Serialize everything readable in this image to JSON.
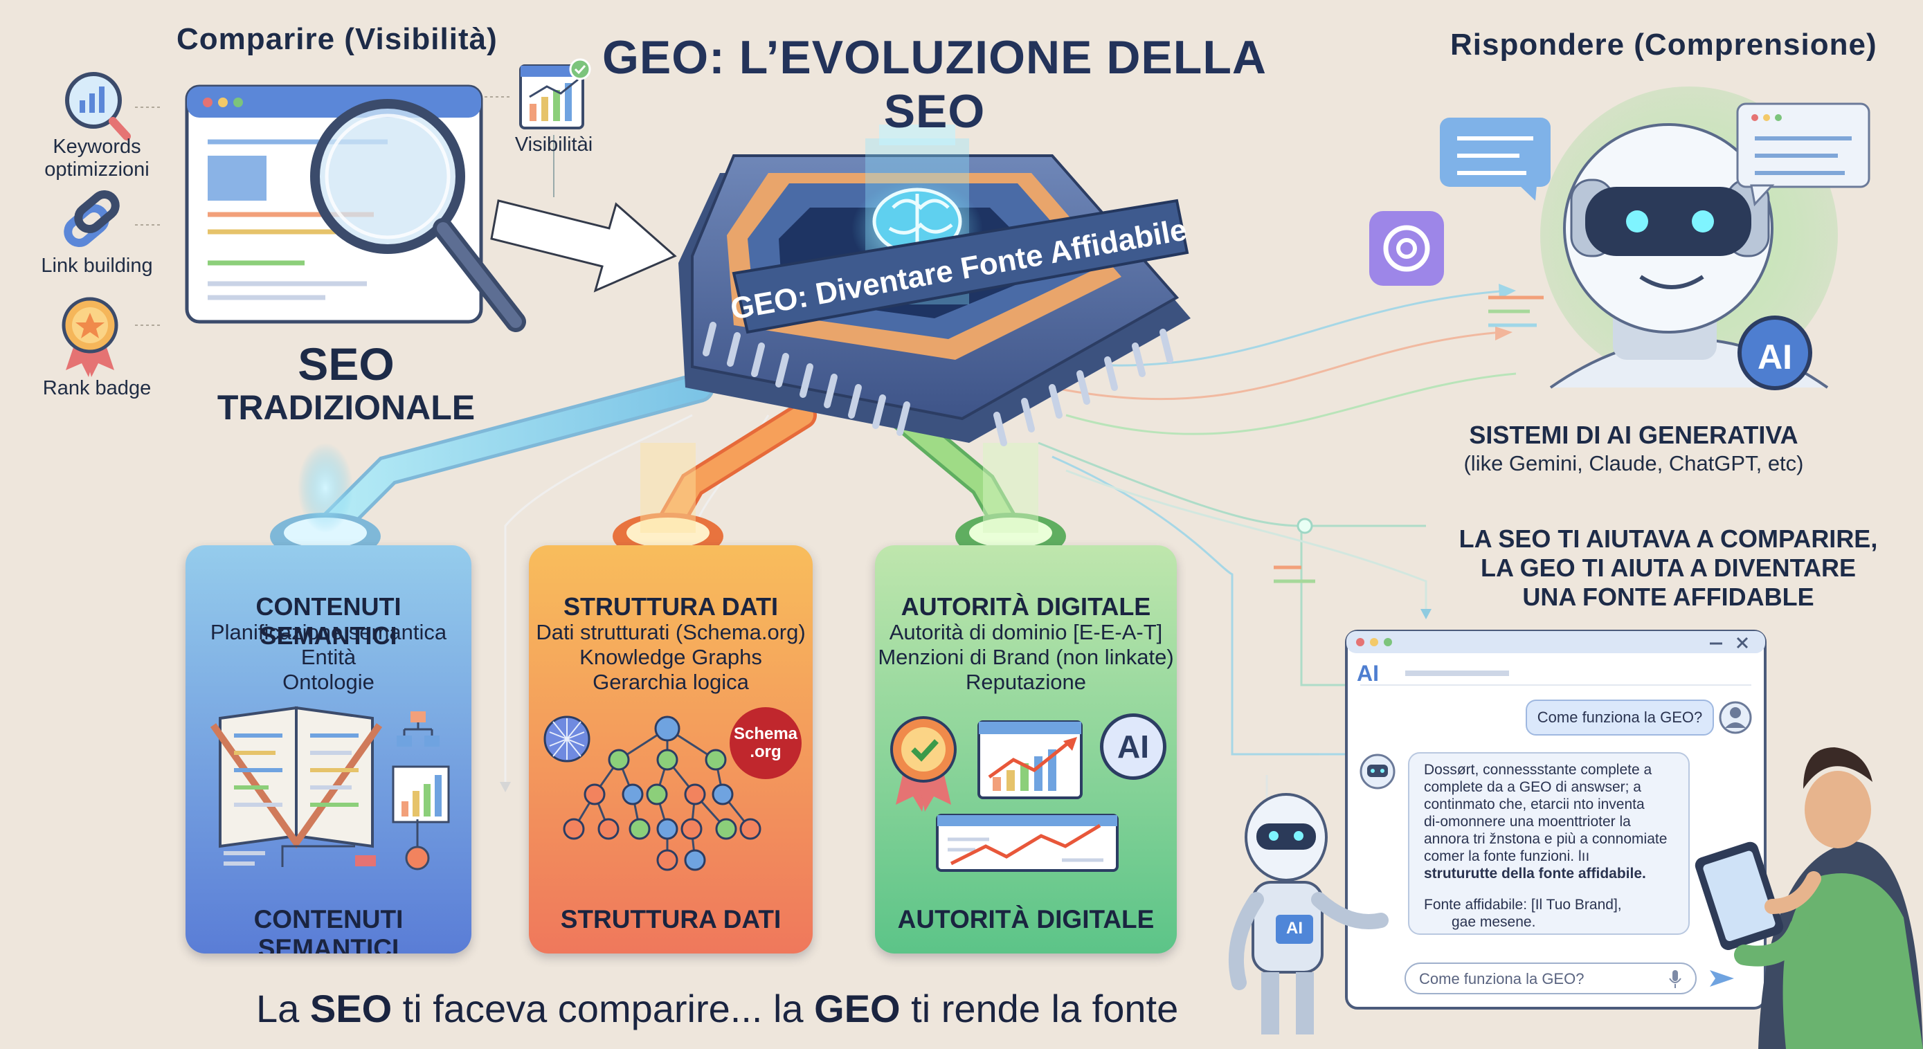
{
  "main_title": "GEO: L’EVOLUZIONE DELLA SEO",
  "left": {
    "heading": "Comparire (Visibilità)",
    "items": [
      {
        "label": "Keywords\noptimizzioni",
        "icon": "magnifier-chart-icon"
      },
      {
        "label": "Link building",
        "icon": "chain-link-icon"
      },
      {
        "label": "Rank badge",
        "icon": "rank-badge-icon"
      }
    ],
    "visibility_label": "Visibilitài",
    "seo_title": "SEO",
    "seo_subtitle": "TRADIZIONALE"
  },
  "chip": {
    "label": "GEO: Diventare Fonte Affidabile"
  },
  "right": {
    "heading": "Rispondere (Comprensione)",
    "ai_badge": "AI",
    "systems_title": "SISTEMI DI AI GENERATIVA",
    "systems_subtitle": "(like Gemini, Claude, ChatGPT, etc)",
    "statement": [
      "LA SEO TI AIUTAVA A COMPARIRE,",
      "LA GEO TI AIUTA A DIVENTARE",
      "UNA FONTE AFFIDABLE"
    ]
  },
  "cards": [
    {
      "title": "CONTENUTI SEMANTICI",
      "lines": [
        "Planificazione semantica",
        "Entità",
        "Ontologie"
      ],
      "bottom": "CONTENUTI SEMANTICI"
    },
    {
      "title": "STRUTTURA DATI",
      "lines": [
        "Dati strutturati (Schema.org)",
        "Knowledge Graphs",
        "Gerarchia logica"
      ],
      "badge": "Schema\n.org",
      "bottom": "STRUTTURA DATI"
    },
    {
      "title": "AUTORITÀ DIGITALE",
      "lines": [
        "Autorità di dominio [E-E-A-T]",
        "Menzioni di Brand (non linkate)",
        "Reputazione"
      ],
      "badge": "AI",
      "bottom": "AUTORITÀ DIGITALE"
    }
  ],
  "chat": {
    "header_ai": "AI",
    "question": "Come funziona la GEO?",
    "answer_lines": [
      "Dossørt, connessstante complete a",
      "complete da a GEO di answser; a",
      "continmato che, etarcii nto inventa",
      "di-omonnere una moenttrioter la",
      "annora tri žnstona e più a connomiate",
      "comer la fonte funzioni. lıı",
      "struturutte della fonte affidabile."
    ],
    "answer_source": "Fonte affidabile: [Il Tuo Brand],",
    "answer_tail": "gae mesene.",
    "robot_badge": "AI",
    "input_placeholder": "Come funziona la GEO?"
  },
  "footer": {
    "p1": "La ",
    "b1": "SEO",
    "p2": " ti faceva comparire... la ",
    "b2": "GEO",
    "p3": " ti rende la fonte"
  },
  "colors": {
    "background": "#eee6dc",
    "card_blue_top": "#8ec8ea",
    "card_blue_bottom": "#5b7fd6",
    "card_orange_top": "#f6b55a",
    "card_orange_bottom": "#f07a5a",
    "card_green_top": "#b4e0a4",
    "card_green_bottom": "#5fc48a",
    "accent_navy": "#1d2b48"
  }
}
